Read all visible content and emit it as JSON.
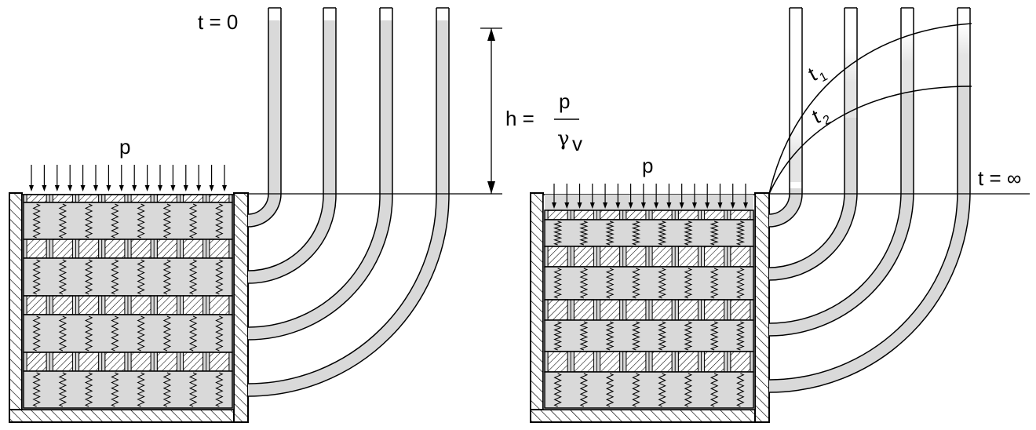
{
  "left_panel": {
    "time_label": "t = 0",
    "load_label": "p",
    "head_formula": {
      "lhs": "h = ",
      "numerator": "p",
      "denominator_symbol": "γ",
      "denominator_sub": "v"
    }
  },
  "right_panel": {
    "load_label": "p",
    "curve_labels": [
      {
        "base": "t",
        "sub": "1"
      },
      {
        "base": "t",
        "sub": "2"
      }
    ],
    "end_label": "t = ∞"
  },
  "colors": {
    "ink": "#000000",
    "water": "#d9d9d9",
    "paper": "#ffffff"
  }
}
